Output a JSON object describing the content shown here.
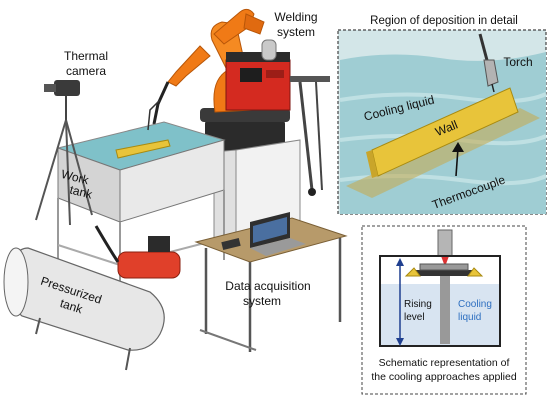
{
  "labels": {
    "thermal_camera": [
      "Thermal",
      "camera"
    ],
    "welding_system": [
      "Welding",
      "system"
    ],
    "work_tank": [
      "Work",
      "tank"
    ],
    "pressurized_tank": [
      "Pressurized",
      "tank"
    ],
    "data_acquisition": [
      "Data acquisition",
      "system"
    ]
  },
  "detail_panel": {
    "title": "Region of deposition in detail",
    "torch": "Torch",
    "cooling_liquid": "Cooling liquid",
    "wall": "Wall",
    "thermocouple": "Thermocouple"
  },
  "schematic_panel": {
    "rising_level": [
      "Rising",
      "level"
    ],
    "cooling_liquid": [
      "Cooling",
      "liquid"
    ],
    "caption": [
      "Schematic representation of",
      "the cooling approaches applied"
    ]
  },
  "colors": {
    "robot_orange": "#f07a16",
    "welder_red": "#d42a20",
    "water": "#7fc1c9",
    "wall_yellow": "#e8c43a",
    "tank_grey": "#e7e7e7",
    "cooling_text_blue": "#2e6fc0"
  }
}
